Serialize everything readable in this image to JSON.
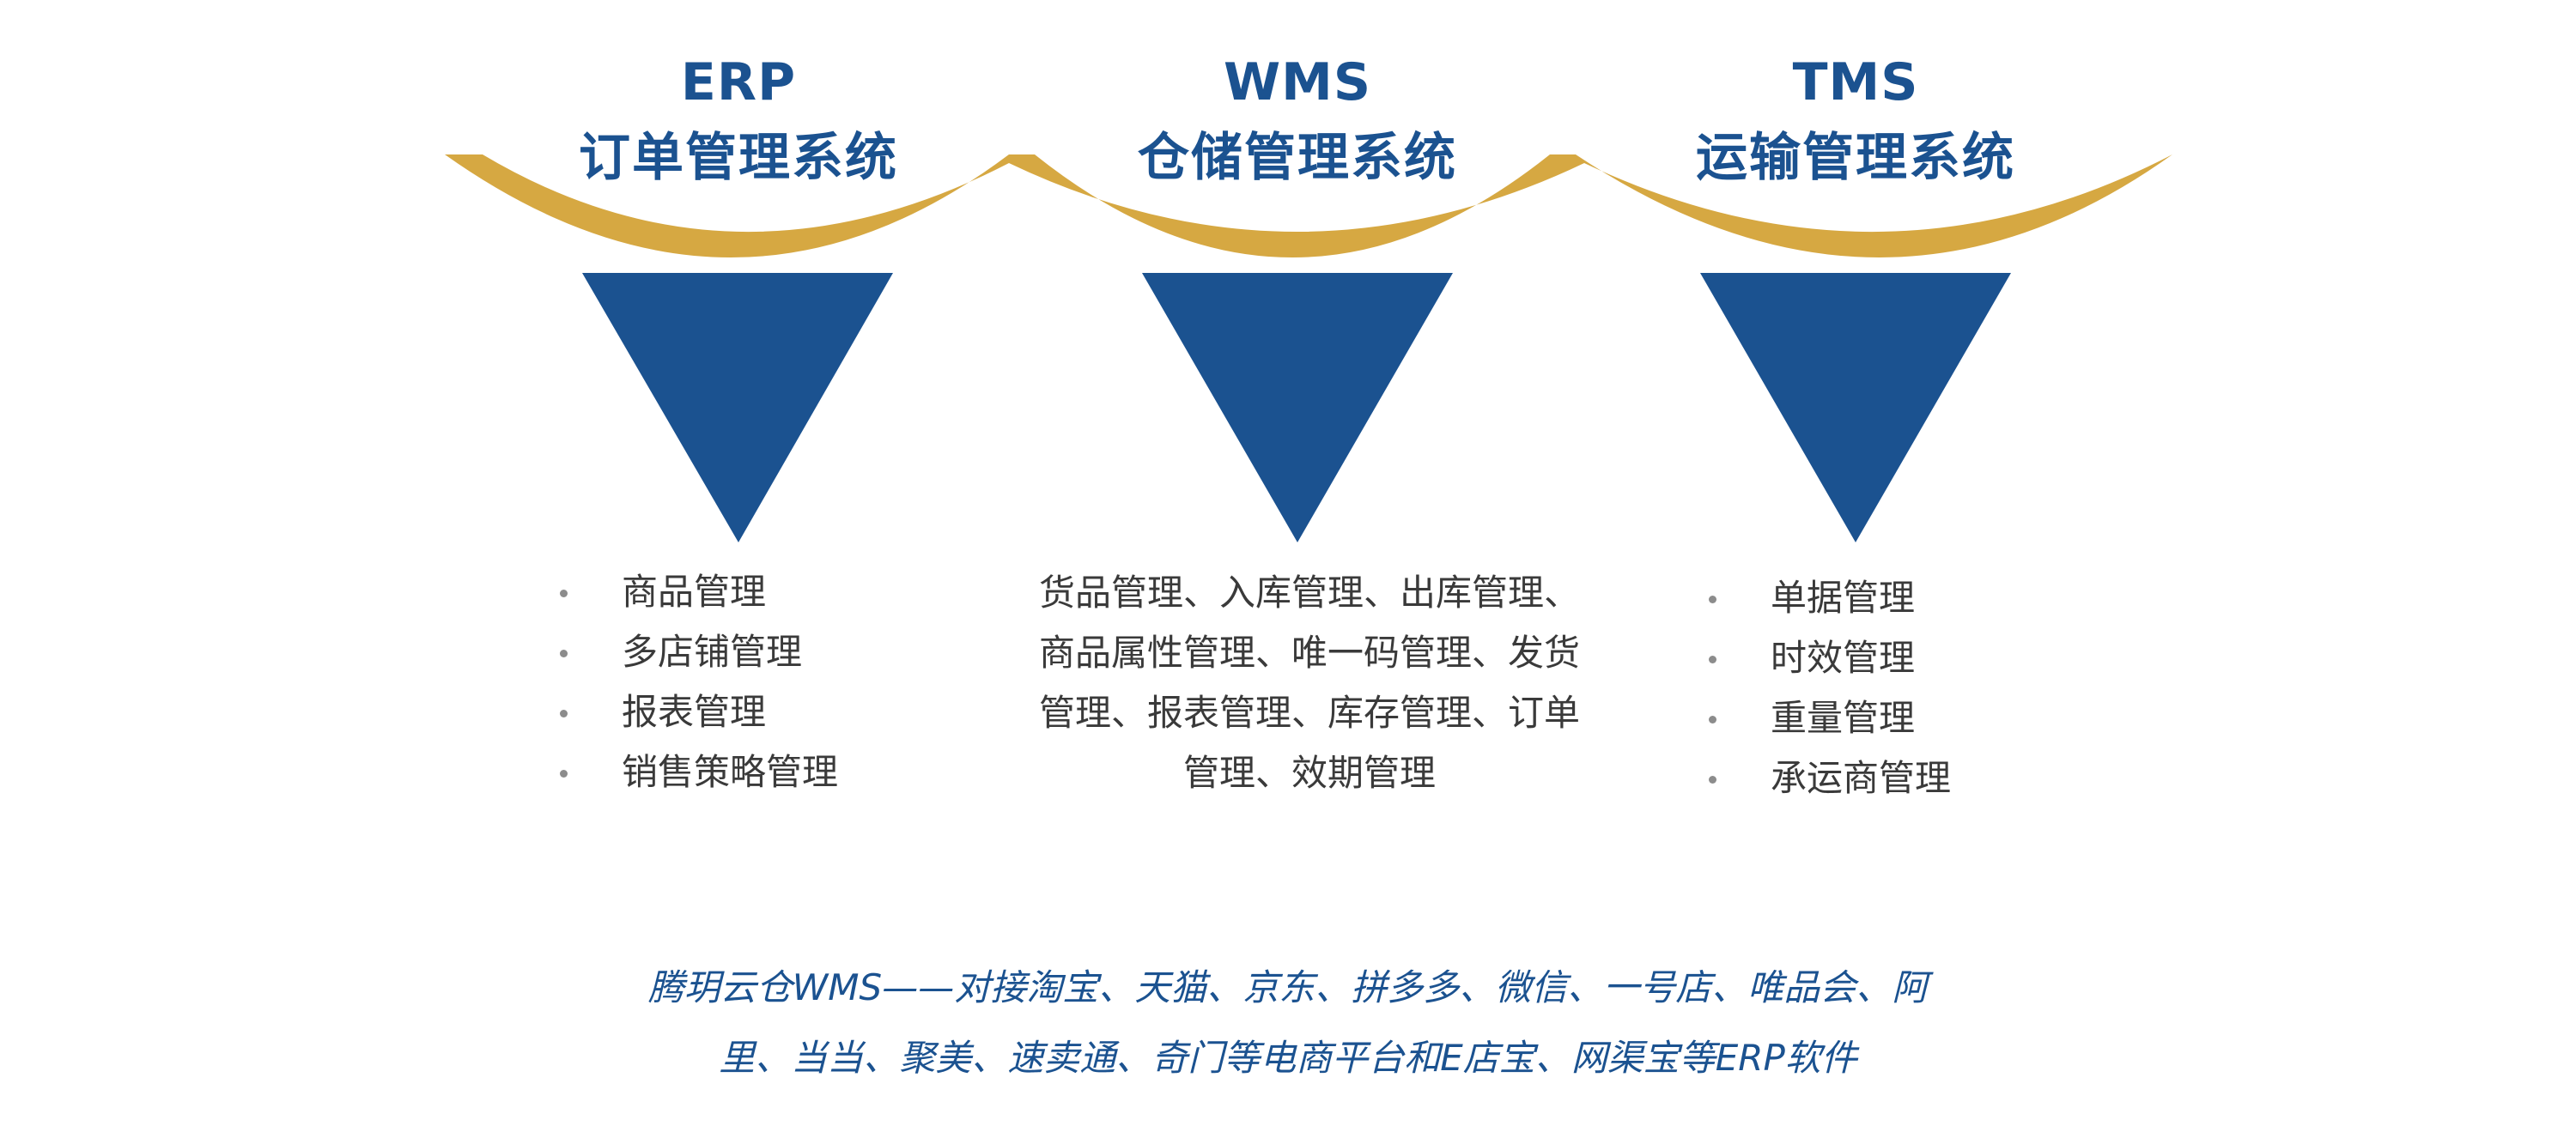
{
  "colors": {
    "gold": "#d6a842",
    "blue": "#1b5290",
    "text": "#3a3a3a",
    "bullet": "#8c8c8c"
  },
  "columns": [
    {
      "code": "ERP",
      "name": "订单管理系统",
      "items": [
        "商品管理",
        "多店铺管理",
        "报表管理",
        "销售策略管理"
      ]
    },
    {
      "code": "WMS",
      "name": "仓储管理系统",
      "lines": [
        "货品管理、入库管理、出库管理、",
        "商品属性管理、唯一码管理、发货",
        "管理、报表管理、库存管理、订单",
        "管理、效期管理"
      ]
    },
    {
      "code": "TMS",
      "name": "运输管理系统",
      "items": [
        "单据管理",
        "时效管理",
        "重量管理",
        "承运商管理"
      ]
    }
  ],
  "footer": {
    "line1": "腾玥云仓WMS——对接淘宝、天猫、京东、拼多多、微信、一号店、唯品会、阿",
    "line2": "里、当当、聚美、速卖通、奇门等电商平台和E店宝、网渠宝等ERP软件"
  }
}
